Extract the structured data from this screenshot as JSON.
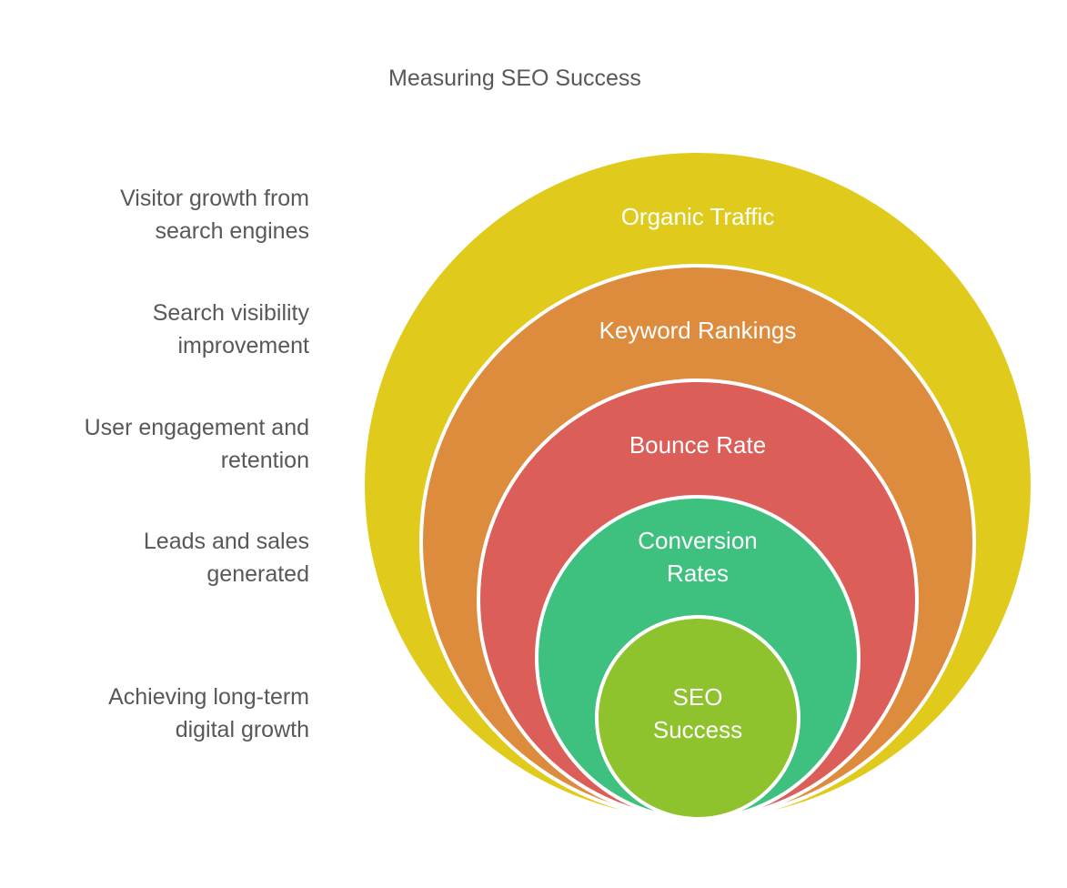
{
  "title": "Measuring SEO Success",
  "colors": {
    "background": "#FFFFFF",
    "title_text": "#58585A",
    "description_text": "#58585A",
    "ring_label_text": "#FFFFFF",
    "ring_separator_stroke": "#FFFFFF"
  },
  "rings": [
    {
      "name": "organic-traffic",
      "label_lines": [
        "Organic Traffic"
      ],
      "description_lines": [
        "Visitor growth from",
        "search engines"
      ],
      "color": "#E0CB1D"
    },
    {
      "name": "keyword-rankings",
      "label_lines": [
        "Keyword Rankings"
      ],
      "description_lines": [
        "Search visibility",
        "improvement"
      ],
      "color": "#DD8B3D"
    },
    {
      "name": "bounce-rate",
      "label_lines": [
        "Bounce Rate"
      ],
      "description_lines": [
        "User engagement and",
        "retention"
      ],
      "color": "#DB5E59"
    },
    {
      "name": "conversion-rates",
      "label_lines": [
        "Conversion",
        "Rates"
      ],
      "description_lines": [
        "Leads and sales",
        "generated"
      ],
      "color": "#3EC17E"
    },
    {
      "name": "seo-success",
      "label_lines": [
        "SEO",
        "Success"
      ],
      "description_lines": [
        "Achieving long-term",
        "digital growth"
      ],
      "color": "#8FC32E"
    }
  ]
}
